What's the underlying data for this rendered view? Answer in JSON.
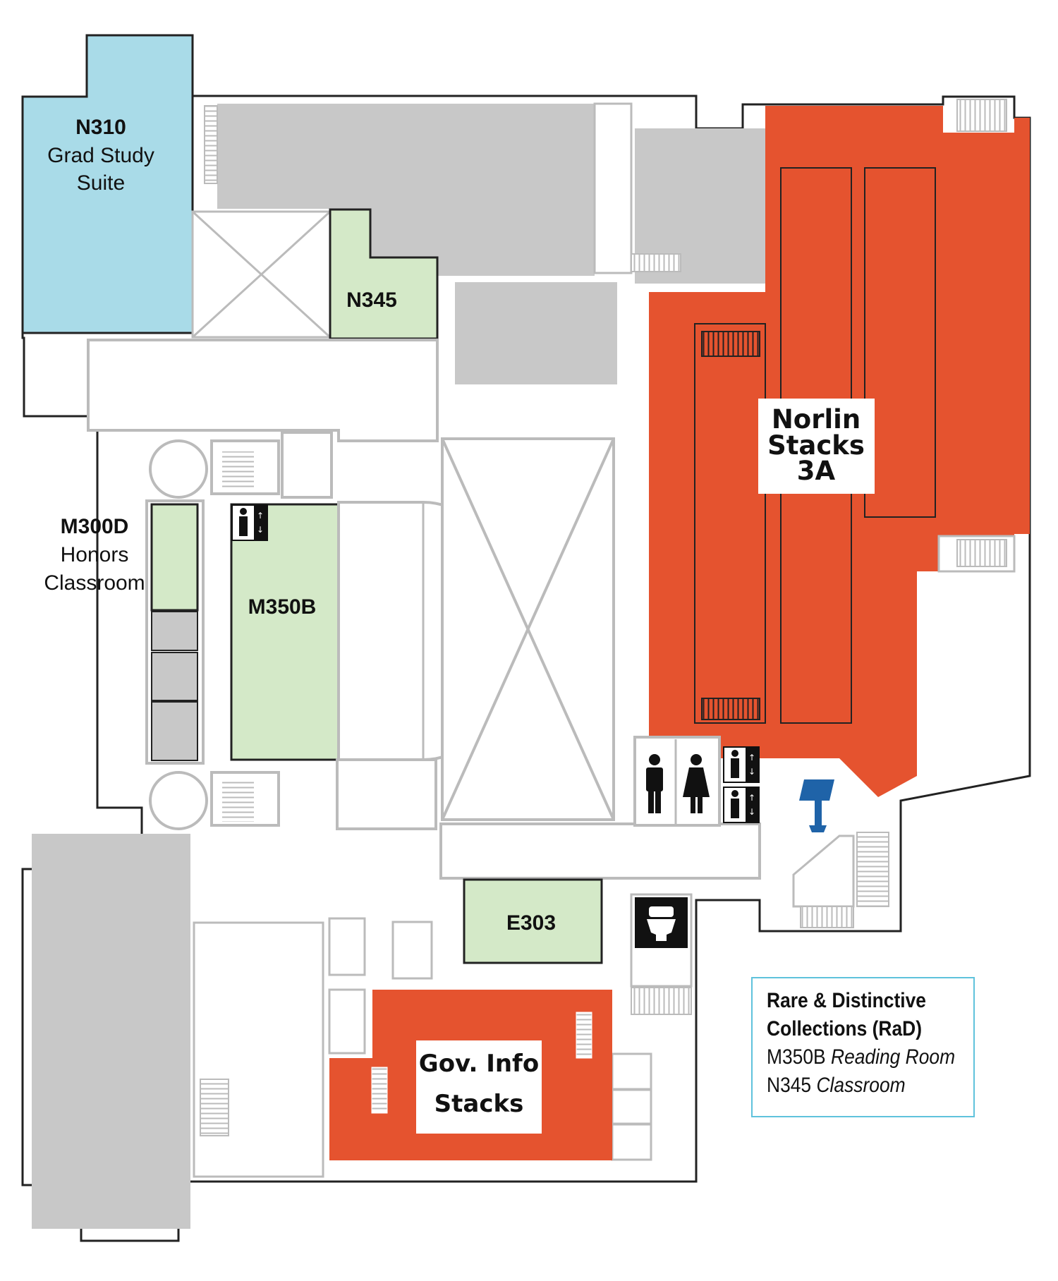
{
  "rooms": {
    "n310": {
      "id": "N310",
      "line1": "Grad Study",
      "line2": "Suite"
    },
    "n345": {
      "id": "N345"
    },
    "m300d": {
      "id": "M300D",
      "line1": "Honors",
      "line2": "Classroom"
    },
    "m350b": {
      "id": "M350B"
    },
    "e303": {
      "id": "E303"
    }
  },
  "stacks": {
    "norlin": {
      "line1": "Norlin",
      "line2": "Stacks",
      "line3": "3A"
    },
    "gov_info": {
      "line1": "Gov. Info",
      "line2": "Stacks"
    }
  },
  "legend": {
    "title_line1": "Rare & Distinctive",
    "title_line2": "Collections (RaD)",
    "rows": [
      {
        "room": "M350B",
        "use": "Reading Room"
      },
      {
        "room": "N345",
        "use": "Classroom"
      }
    ]
  },
  "icons": [
    "elevator-icon",
    "mens-restroom-icon",
    "womens-restroom-icon",
    "toilet-icon",
    "kiosk-icon",
    "stairs-icon"
  ],
  "colors": {
    "stacks": "#e5532f",
    "rad": "#d4e9c8",
    "grad_study": "#a9dbe8",
    "unavailable": "#c8c8c8",
    "walls": "#bdbdbd",
    "outline": "#111111",
    "legend_border": "#5fc2dc"
  }
}
